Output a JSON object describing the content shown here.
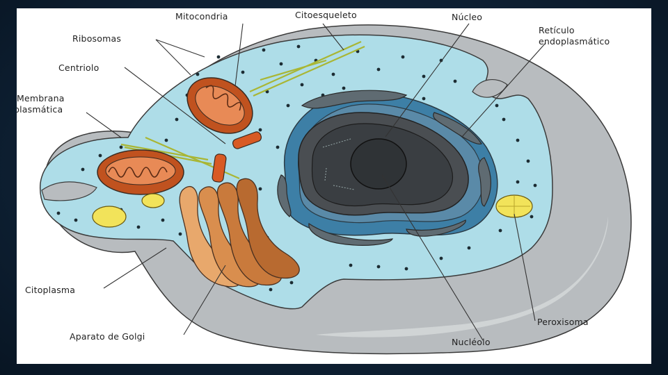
{
  "labels": {
    "mitocondria": "Mitocondria",
    "citoesqueleto": "Citoesqueleto",
    "nucleo": "Núcleo",
    "reticulo_line1": "Retículo",
    "reticulo_line2": "endoplasmático",
    "ribosomas": "Ribosomas",
    "centriolo": "Centriolo",
    "membrana_line1": "Membrana",
    "membrana_line2": "plasmática",
    "citoplasma": "Citoplasma",
    "aparato_golgi": "Aparato de Golgi",
    "nucleolo": "Nucléolo",
    "peroxisoma": "Peroxisoma"
  },
  "colors": {
    "background": "#0f2236",
    "panel": "#ffffff",
    "cytoplasm": "#aedde8",
    "membrane_grey": "#b8bcbf",
    "nucleus_outer": "#3d7fa6",
    "nucleus_inner": "#4a4e52",
    "nucleolus": "#2f3336",
    "mitochondria": "#c0521f",
    "golgi": "#e4a064",
    "peroxisome": "#f2e35a"
  }
}
